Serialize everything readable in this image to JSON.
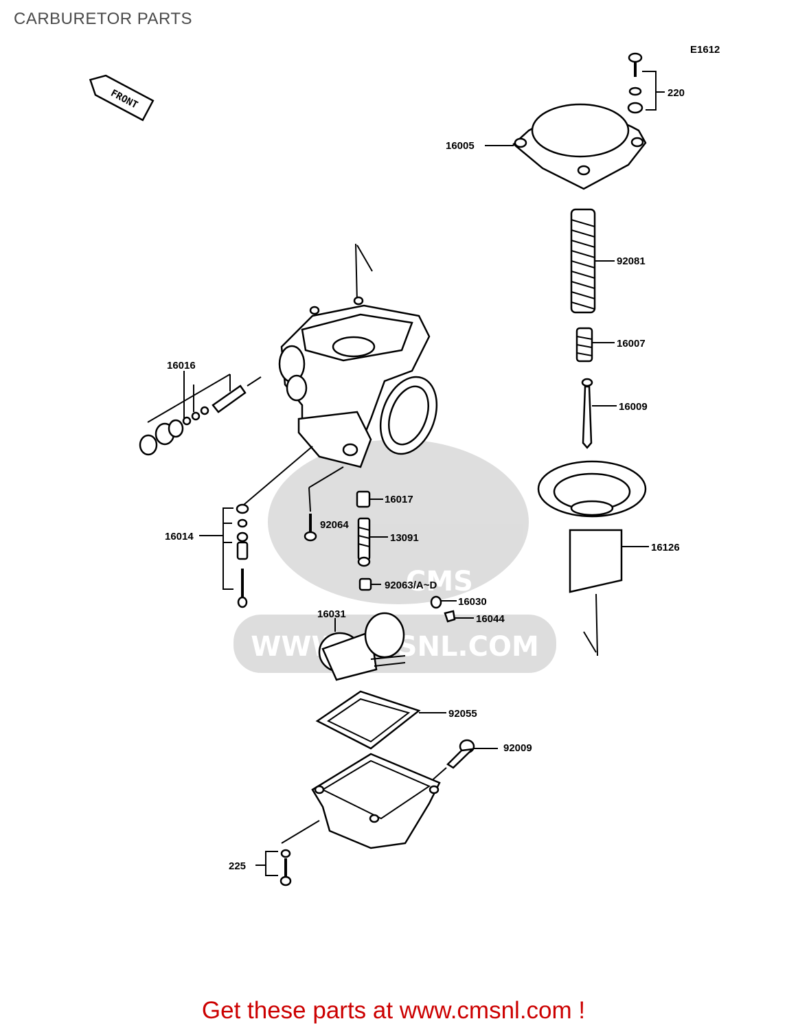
{
  "header": {
    "title": "CARBURETOR PARTS"
  },
  "diagram": {
    "code": "E1612",
    "front_arrow_text": "FRONT",
    "watermark_text": "WWW.CMSNL.COM",
    "watermark_logo_text": "CMS",
    "parts": [
      {
        "number": "220"
      },
      {
        "number": "16005"
      },
      {
        "number": "92081"
      },
      {
        "number": "16007"
      },
      {
        "number": "16009"
      },
      {
        "number": "16016"
      },
      {
        "number": "16017"
      },
      {
        "number": "92064"
      },
      {
        "number": "13091"
      },
      {
        "number": "16014"
      },
      {
        "number": "92063/A~D"
      },
      {
        "number": "16030"
      },
      {
        "number": "16044"
      },
      {
        "number": "16031"
      },
      {
        "number": "16126"
      },
      {
        "number": "92055"
      },
      {
        "number": "92009"
      },
      {
        "number": "225"
      }
    ]
  },
  "footer": {
    "cta_text": "Get these parts at www.cmsnl.com !",
    "cta_color": "#cc0000"
  }
}
